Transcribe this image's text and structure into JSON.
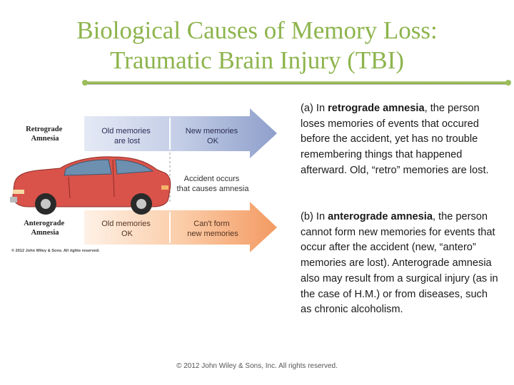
{
  "slide": {
    "title_line1": "Biological Causes of Memory Loss:",
    "title_line2": "Traumatic Brain Injury (TBI)",
    "footer": "© 2012 John Wiley & Sons, Inc. All rights reserved."
  },
  "figure": {
    "retrograde_label": [
      "Retrograde",
      "Amnesia"
    ],
    "retrograde_left": [
      "Old memories",
      "are lost"
    ],
    "retrograde_right": [
      "New memories",
      "OK"
    ],
    "accident_label": [
      "Accident occurs",
      "that causes amnesia"
    ],
    "anterograde_label": [
      "Anterograde",
      "Amnesia"
    ],
    "anterograde_left": [
      "Old memories",
      "OK"
    ],
    "anterograde_right": [
      "Can't form",
      "new memories"
    ],
    "copyright": "© 2012 John Wiley & Sons. All rights reserved."
  },
  "text_a": {
    "prefix": "(a) In ",
    "term": "retrograde amnesia",
    "rest": ", the person loses memories of events that occured before the accident, yet has no trouble remembering things that happened afterward. Old, “retro” memories are lost."
  },
  "text_b": {
    "prefix": "(b) In ",
    "term": "anterograde amnesia",
    "rest": ", the person cannot form new memories for events that occur after the accident (new, “antero” memories are lost). Anterograde amnesia also may result from a surgical injury (as in the case of H.M.) or from diseases, such as chronic alcoholism."
  },
  "colors": {
    "title": "#8db44d",
    "retro_arrow_left": "#d8dff0",
    "retro_arrow_right": "#9aa9cf",
    "antero_arrow_left": "#fde7d6",
    "antero_arrow_right": "#f5a574",
    "car": "#d9534a"
  }
}
